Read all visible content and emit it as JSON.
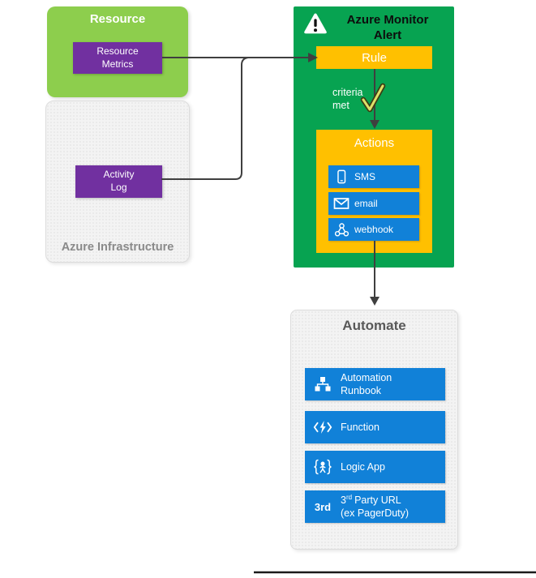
{
  "diagram": {
    "resource": {
      "title": "Resource",
      "metrics": {
        "line1": "Resource",
        "line2": "Metrics"
      }
    },
    "infrastructure": {
      "title": "Azure Infrastructure",
      "activity_log": {
        "line1": "Activity",
        "line2": "Log"
      }
    },
    "monitor": {
      "title_line1": "Azure Monitor",
      "title_line2": "Alert",
      "rule_label": "Rule",
      "criteria": {
        "line1": "criteria",
        "line2": "met"
      },
      "actions": {
        "title": "Actions",
        "items": [
          {
            "label": "SMS",
            "icon": "phone-icon"
          },
          {
            "label": "email",
            "icon": "envelope-icon"
          },
          {
            "label": "webhook",
            "icon": "webhook-icon"
          }
        ]
      }
    },
    "automate": {
      "title": "Automate",
      "items": [
        {
          "line1": "Automation",
          "line2": "Runbook",
          "icon": "org-chart-icon"
        },
        {
          "line1": "Function",
          "line2": "",
          "icon": "function-icon"
        },
        {
          "line1": "Logic App",
          "line2": "",
          "icon": "logic-app-icon"
        },
        {
          "prefix": "3",
          "sup": "rd",
          "rest": "Party URL",
          "line2": "(ex PagerDuty)",
          "badge": "3rd",
          "icon": "3rd-party-badge"
        }
      ]
    },
    "colors": {
      "resource_green": "#8DCE4D",
      "monitor_green": "#07A351",
      "purple": "#7130A0",
      "yellow": "#FFC000",
      "blue": "#1181D8",
      "panel_gray": "#F3F3F3",
      "connector": "#3F3F3F",
      "checkmark_fill": "#DDE169"
    }
  }
}
